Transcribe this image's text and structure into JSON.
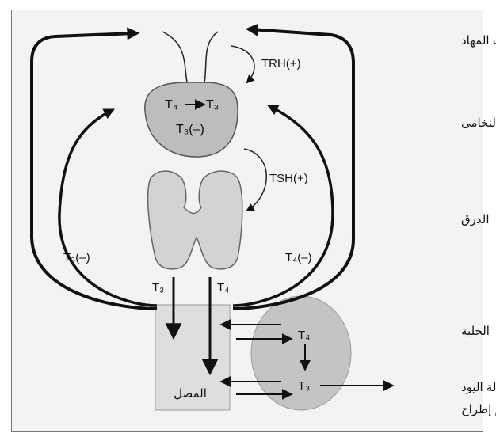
{
  "layers": {
    "hypothalamus": "تحت المهاد",
    "pituitary": "النخامى",
    "thyroid": "الدرق",
    "cell": "الخلية"
  },
  "hormones": {
    "trh": "TRH(+)",
    "tsh": "TSH(+)"
  },
  "pituitary_labels": {
    "conversion_from": "T₄",
    "conversion_to": "T₃",
    "feedback": "T₃(–)"
  },
  "feedback": {
    "left": "T₃(–)",
    "right": "T₄(–)"
  },
  "secretion": {
    "left": "T₃",
    "right": "T₄"
  },
  "plasma": "المصل",
  "cell_labels": {
    "t4": "T₄",
    "t3": "T₃"
  },
  "removal": {
    "line1": "إزالة اليود",
    "line2": "ومن ثم إطراح"
  },
  "colors": {
    "frame_bg": "#f3f3f3",
    "pituitary_fill": "#bdbdbd",
    "thyroid_fill": "#d3d3d3",
    "serum_fill": "#dedede",
    "cell_fill": "#c4c4c4",
    "stroke": "#111111"
  }
}
